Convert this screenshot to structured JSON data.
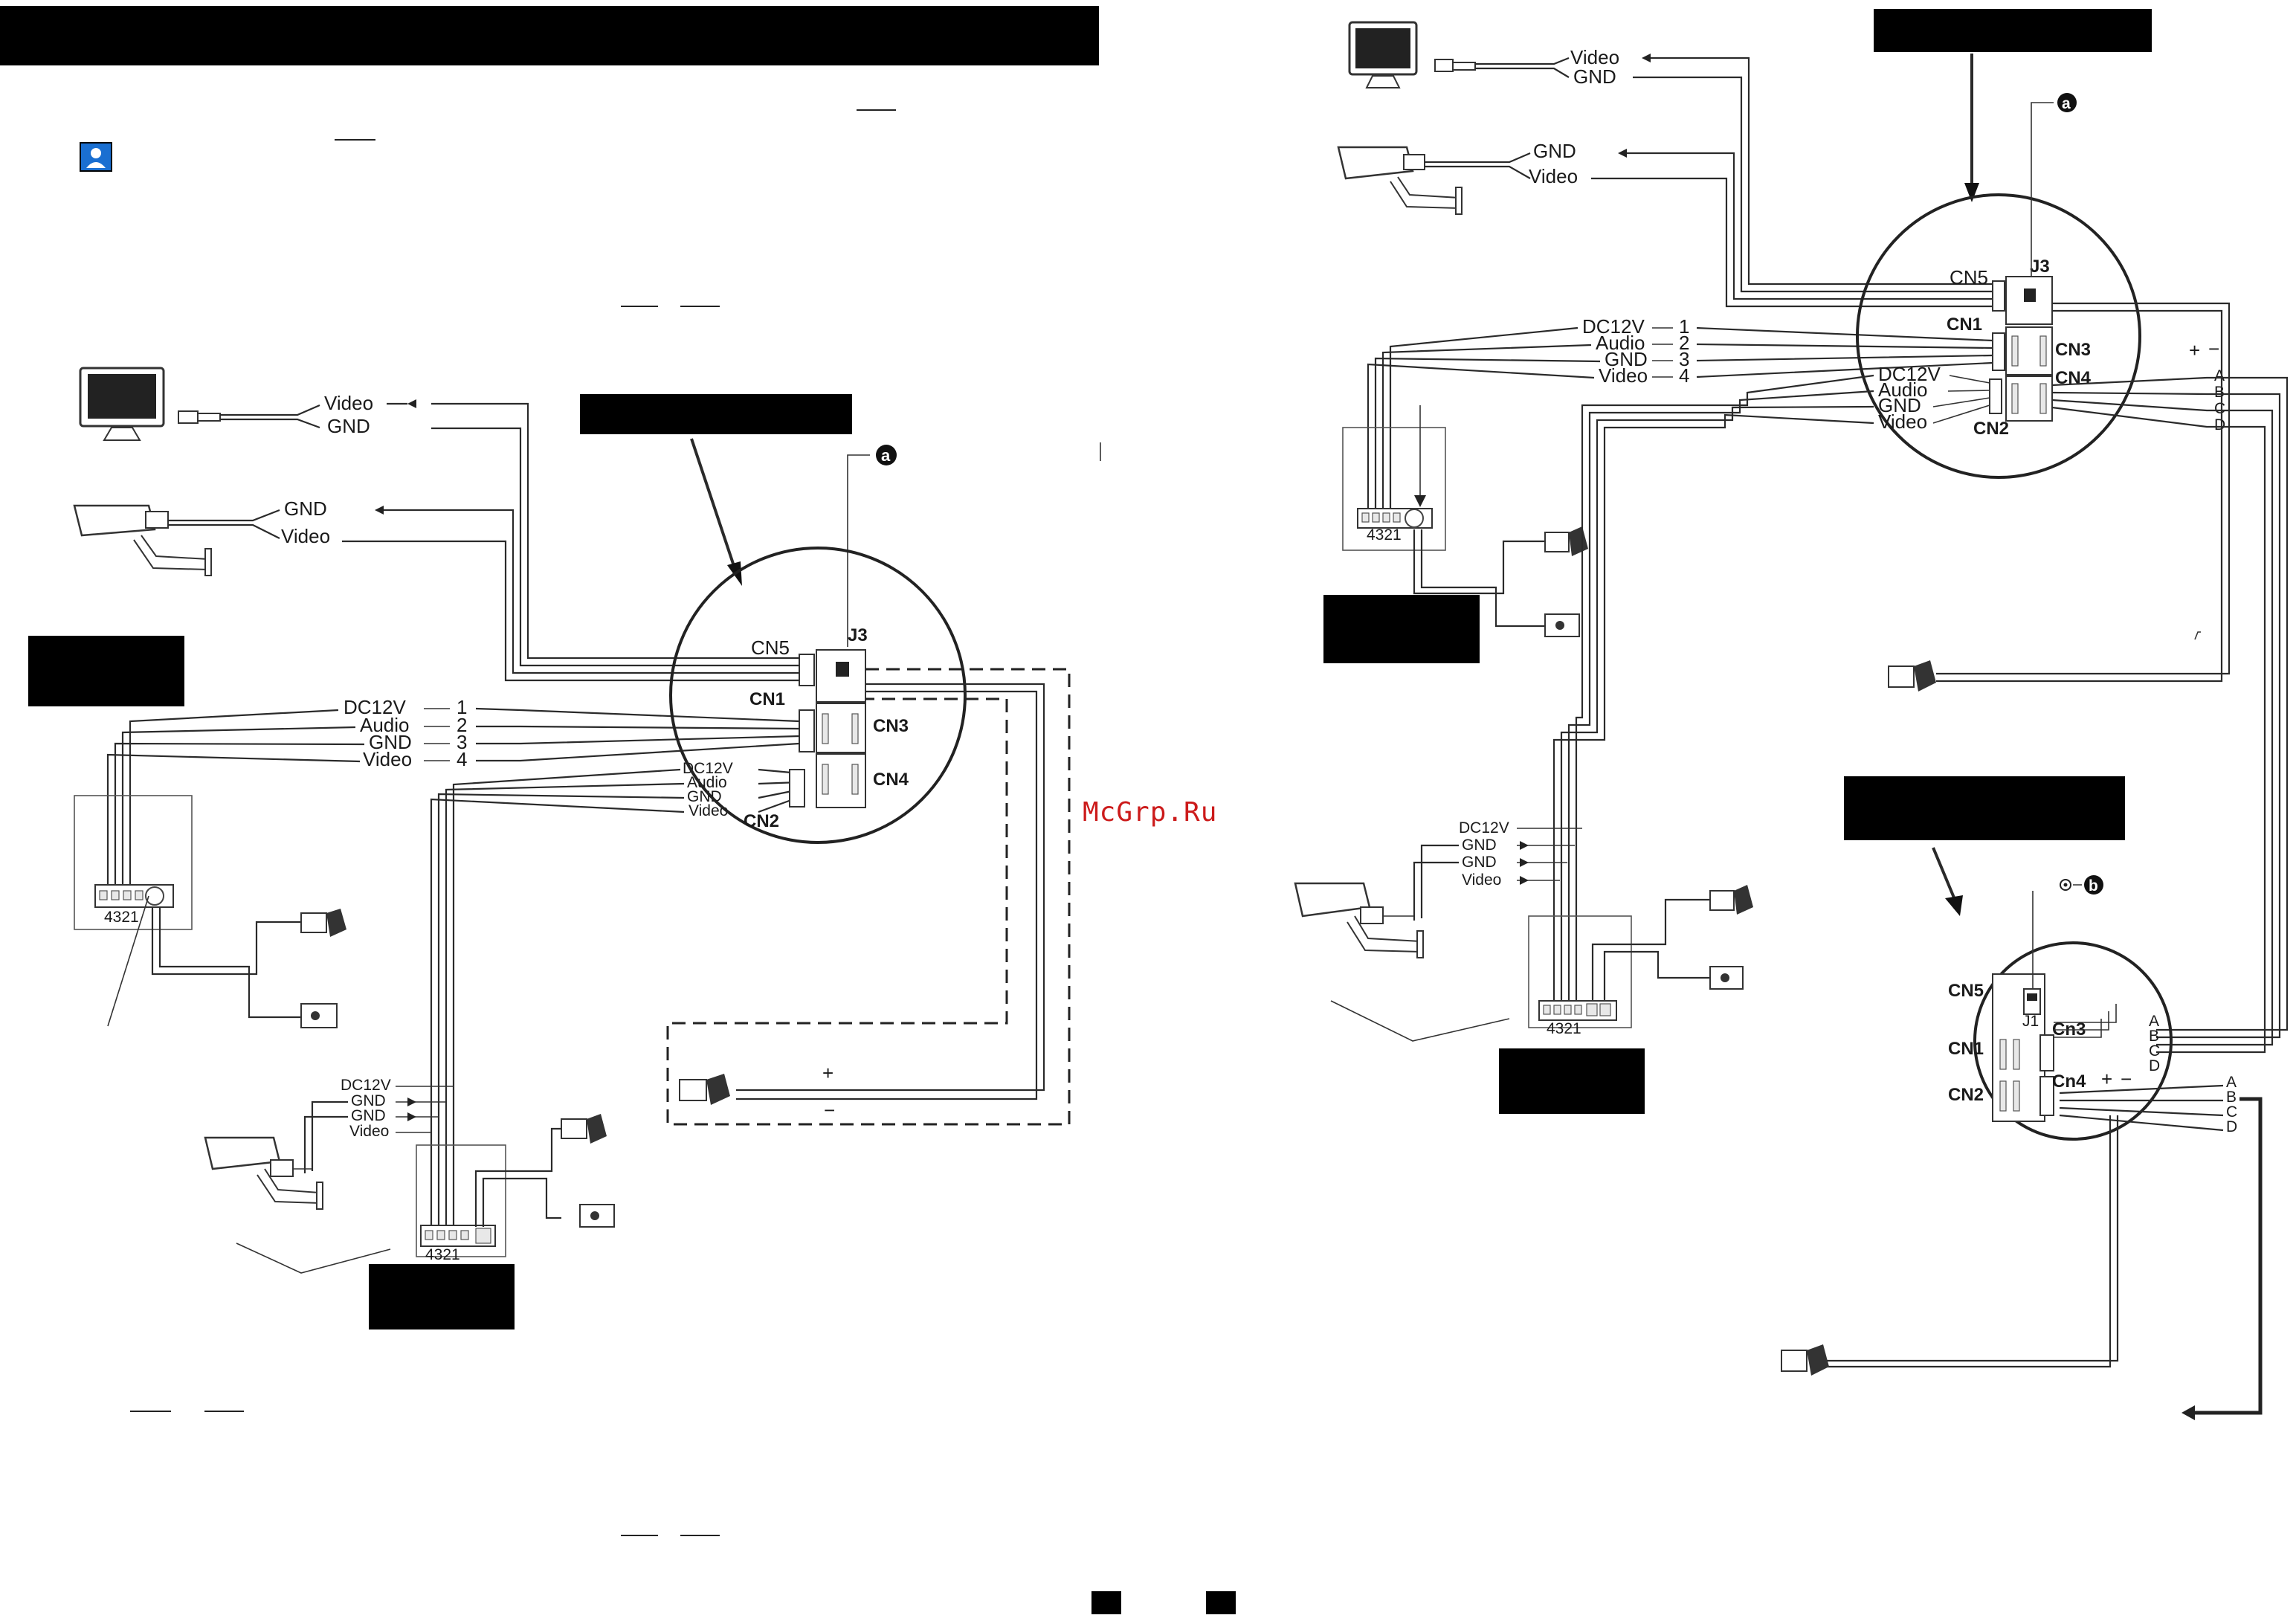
{
  "left": {
    "monitor_labels": [
      "Video",
      "GND"
    ],
    "camera_labels": [
      "GND",
      "Video"
    ],
    "cn1_labels": [
      "DC12V",
      "Audio",
      "GND",
      "Video"
    ],
    "cn1_numbers": [
      "1",
      "2",
      "3",
      "4"
    ],
    "cn2_labels": [
      "DC12V",
      "Audio",
      "GND",
      "Video"
    ],
    "cn_names": {
      "cn5": "CN5",
      "j3": "J3",
      "cn1": "CN1",
      "cn3": "CN3",
      "cn4": "CN4",
      "cn2": "CN2"
    },
    "marker_a": "a",
    "outdoor_labels": [
      "DC12V",
      "GND",
      "GND",
      "Video"
    ],
    "terminal_numbers": "4321",
    "power_plus": "+",
    "power_minus": "−"
  },
  "right": {
    "monitor_labels": [
      "Video",
      "GND"
    ],
    "camera_labels": [
      "GND",
      "Video"
    ],
    "cn1_labels": [
      "DC12V",
      "Audio",
      "GND",
      "Video"
    ],
    "cn1_numbers": [
      "1",
      "2",
      "3",
      "4"
    ],
    "cn2_labels": [
      "DC12V",
      "Audio",
      "GND",
      "Video"
    ],
    "cn_names": {
      "cn5": "CN5",
      "j3": "J3",
      "cn1": "CN1",
      "cn3": "CN3",
      "cn4": "CN4",
      "cn2": "CN2"
    },
    "marker_a": "a",
    "abcd": [
      "A",
      "B",
      "C",
      "D"
    ],
    "plus": "+",
    "minus": "−",
    "outdoor_labels": [
      "DC12V",
      "GND",
      "GND",
      "Video"
    ],
    "terminal_numbers_1": "4321",
    "terminal_numbers_2": "4321",
    "marker_b": "b",
    "second_board": {
      "cn5": "CN5",
      "cn1": "CN1",
      "cn2": "CN2",
      "cn3": "Cn3",
      "cn4": "Cn4",
      "j1": "J1"
    },
    "second_abcd_top": [
      "A",
      "B",
      "C",
      "D"
    ],
    "second_abcd_bottom": [
      "A",
      "B",
      "C",
      "D"
    ],
    "second_plus": "+",
    "second_minus": "−"
  },
  "watermark": "McGrp.Ru"
}
